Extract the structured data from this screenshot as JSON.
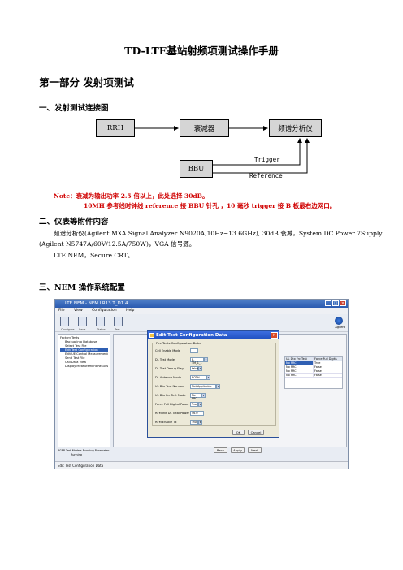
{
  "document": {
    "title": "TD-LTE基站射频项测试操作手册",
    "part_heading": "第一部分  发射项测试",
    "section1": "一、发射测试连接图",
    "diagram": {
      "rrh": "RRH",
      "attenuator": "衰减器",
      "analyzer": "频谱分析仪",
      "bbu": "BBU",
      "trigger": "Trigger",
      "reference": "Reference"
    },
    "note_line1": "Note：衰减为输出功率 2.5 倍以上，此处选择 30dB。",
    "note_line2": "10MH  参考线时钟线 reference 接 BBU 针孔   ，10 毫秒 trigger 接 B 板最右边网口。",
    "section2": "二、仪表等附件内容",
    "instruments_line1": "频谱分析仪(Agilent MXA Signal Analyzer N9020A,10Hz~13.6GHz), 30dB 衰减，System DC Power 7Supply",
    "instruments_line2": "(Agilent N5747A/60V/12.5A/750W)，VGA 信号源。",
    "instruments_line3": "LTE NEM，Secure CRT。",
    "section3": "三、NEM 操作系统配置"
  },
  "screenshot": {
    "window_title": "LTE NEM - NEM.LR13.T_D1.4",
    "menu": [
      "File",
      "View",
      "Configuration",
      "Help"
    ],
    "toolbar": [
      "Configure",
      "Save",
      "Status",
      "Test"
    ],
    "brand": "Agilent",
    "tree": {
      "root": "Factory Tests",
      "items": [
        "Backup info Database",
        "Select Test File",
        "Edit Test Configuration",
        "Edit UE Control Measurement",
        "Send Test File",
        "Call Data View",
        "Display Measurement Results"
      ]
    },
    "progress_label": "3GPP Test Models Running Parameter",
    "progress_state": "Running",
    "grid": {
      "headers": [
        "UL Dtx Frc Test Mode",
        "Force Full Digits"
      ],
      "rows": [
        [
          "No FRC",
          "True"
        ],
        [
          "No FRC",
          "False"
        ],
        [
          "No FRC",
          "False"
        ],
        [
          "No FRC",
          "False"
        ]
      ]
    },
    "main_buttons": [
      "Back",
      "Apply",
      "Next"
    ],
    "status": "Edit Test Configuration Data",
    "dialog": {
      "title": "Edit Test Configuration Data",
      "group": "Fire Tests Configuration Data",
      "fields": [
        {
          "label": "Cell Enable Mode",
          "value": ""
        },
        {
          "label": "DL Test Mode",
          "value": "E-TM_1_1"
        },
        {
          "label": "DL Test Debug Flag",
          "value": "false"
        },
        {
          "label": "DL Antenna Mode",
          "value": "BOTH"
        },
        {
          "label": "UL Dtx Test Number",
          "value": "Not Applicable"
        },
        {
          "label": "UL Dtx Frc Test Mode",
          "value": "No FRC"
        },
        {
          "label": "Force Full Digital Power",
          "value": "True"
        },
        {
          "label": "RFM Init DL Total Power",
          "value": "46.0"
        },
        {
          "label": "RFM Enable Tx",
          "value": "True"
        }
      ],
      "ok": "OK",
      "cancel": "Cancel"
    }
  }
}
